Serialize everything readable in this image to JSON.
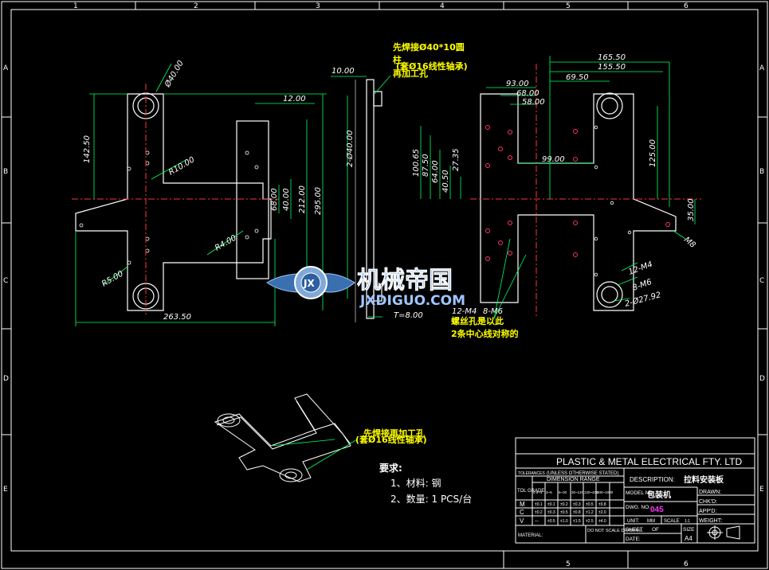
{
  "border": {
    "columns": [
      "1",
      "2",
      "3",
      "4",
      "5",
      "6"
    ],
    "rows": [
      "A",
      "B",
      "C",
      "D",
      "E"
    ]
  },
  "dimensions": {
    "d40": "Ø40.00",
    "d142": "142.50",
    "r10": "R10.00",
    "d12": "12.00",
    "d40b": "40.00",
    "d68": "68.00",
    "d212": "212.00",
    "d295": "295.00",
    "r4": "R4.00",
    "r5": "R5.00",
    "d263": "263.50",
    "d10": "10.00",
    "d2o40": "2-Ø40.00",
    "t8": "T=8.00",
    "d165": "165.50",
    "d155": "155.50",
    "d69": "69.50",
    "d93": "93.00",
    "d68b": "68.00",
    "d58": "58.00",
    "d99": "99.00",
    "d125": "125.00",
    "d35": "35.00",
    "d10065": "100.65",
    "d8750": "87.50",
    "d6400": "64.00",
    "d4050": "40.50",
    "d2735": "27.35",
    "m8": "M8",
    "m4": "12-M4",
    "m6": "8-M6",
    "d2792": "2-Ø27.92",
    "m4b": "12-M4",
    "m6b": "8-M6"
  },
  "notes": {
    "weld_top_1": "先焊接Ø40*10圆",
    "weld_top_2": "柱",
    "weld_top_3": "(套Ø16线性轴承)",
    "weld_top_4": "再加工孔",
    "thread_1": "螺丝孔是以此",
    "thread_2": "2条中心线对称的",
    "weld_iso_1": "先焊接再加工孔",
    "weld_iso_2": "(套Ø16线性轴承)"
  },
  "requirements": {
    "title": "要求:",
    "item1": "1、材料:  钢",
    "item2": "2、数量: 1 PCS/台"
  },
  "watermark": {
    "logo_text": "JX",
    "cn": "机械帝国",
    "en": "JXDIGUO.COM"
  },
  "title_block": {
    "company": "PLASTIC & METAL ELECTRICAL FTY. LTD",
    "tolerance_label": "TOLERANCES",
    "unless_label": "(UNLESS OTHERWISE STATED)",
    "tol_grade": "TOL GRADE",
    "dim_range": "DIMENSION RANGE",
    "ranges": [
      "0.5~3",
      "3~6",
      "6~30",
      "30~120",
      "120~400",
      "400~1000"
    ],
    "grades": [
      "M",
      "C",
      "V"
    ],
    "m_values": [
      "±0.1",
      "±0.1",
      "±0.2",
      "±0.3",
      "±0.5",
      "±0.8"
    ],
    "c_values": [
      "±0.2",
      "±0.3",
      "±0.5",
      "±0.8",
      "±1.2",
      "±2.0"
    ],
    "v_values": [
      "—",
      "±0.5",
      "±1.0",
      "±1.5",
      "±2.5",
      "±4.0"
    ],
    "material_label": "MATERIAL:",
    "do_not_scale": "DO NOT SCALE DRAWING.",
    "description_label": "DESCRIPTION:",
    "description_value": "拉料安装板",
    "model_label": "MODEL NO.",
    "model_value": "包装机",
    "dwg_label": "DWG. NO.",
    "dwg_value": "045",
    "unit_label": "UNIT:",
    "unit_value": "MM",
    "scale_label": "SCALE",
    "scale_value": "1:1",
    "sheet_label": "SHEET",
    "of_label": "OF",
    "date_label": "DATE:",
    "size_label": "SIZE",
    "size_value": "A4",
    "drawn": "DRAWN:",
    "chkd": "CHK'D:",
    "appd": "APP'D:",
    "weight": "WEIGHT:"
  }
}
